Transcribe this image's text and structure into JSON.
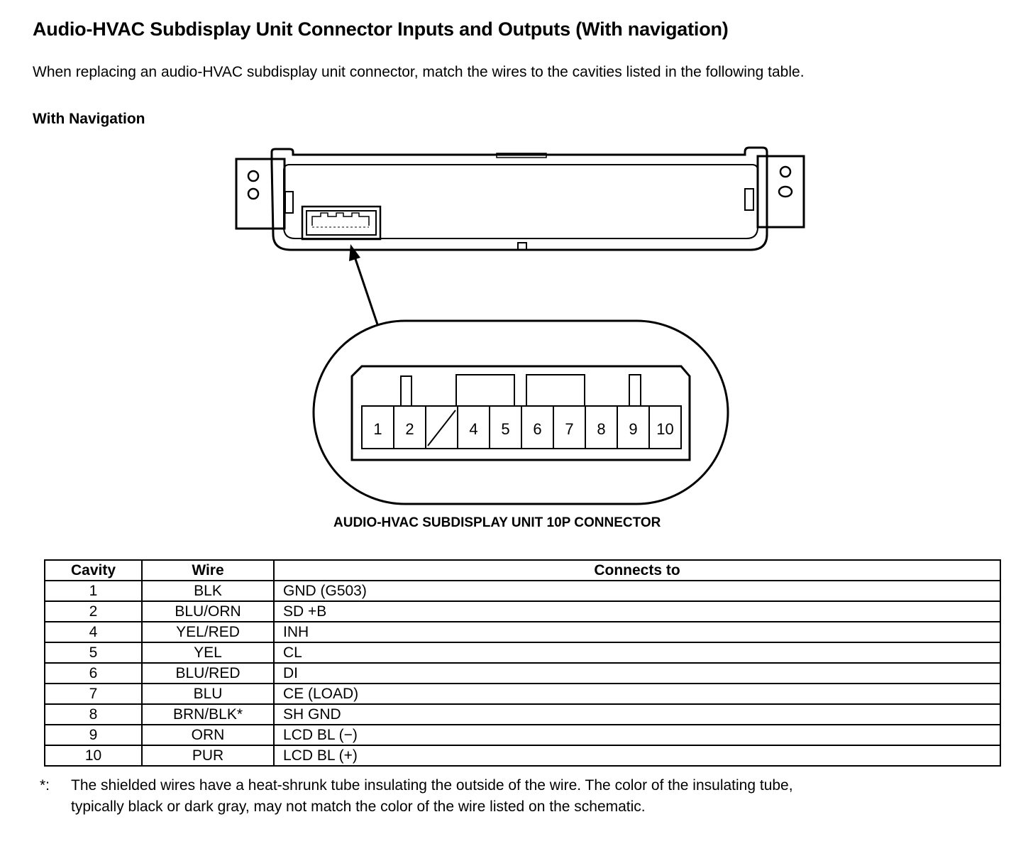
{
  "title": "Audio-HVAC Subdisplay Unit Connector Inputs and Outputs (With navigation)",
  "intro": "When replacing an audio-HVAC subdisplay unit connector, match the wires to the cavities listed in the following table.",
  "subhead": "With Navigation",
  "connector": {
    "caption": "AUDIO-HVAC SUBDISPLAY UNIT 10P CONNECTOR",
    "cavity_numbers": [
      "1",
      "2",
      "",
      "4",
      "5",
      "6",
      "7",
      "8",
      "9",
      "10"
    ]
  },
  "table": {
    "headers": {
      "cavity": "Cavity",
      "wire": "Wire",
      "connects": "Connects to"
    },
    "rows": [
      {
        "cavity": "1",
        "wire": "BLK",
        "connects": "GND (G503)"
      },
      {
        "cavity": "2",
        "wire": "BLU/ORN",
        "connects": "SD +B"
      },
      {
        "cavity": "4",
        "wire": "YEL/RED",
        "connects": "INH"
      },
      {
        "cavity": "5",
        "wire": "YEL",
        "connects": "CL"
      },
      {
        "cavity": "6",
        "wire": "BLU/RED",
        "connects": "DI"
      },
      {
        "cavity": "7",
        "wire": "BLU",
        "connects": "CE (LOAD)"
      },
      {
        "cavity": "8",
        "wire": "BRN/BLK*",
        "connects": "SH GND"
      },
      {
        "cavity": "9",
        "wire": "ORN",
        "connects": "LCD BL (−)"
      },
      {
        "cavity": "10",
        "wire": "PUR",
        "connects": "LCD BL (+)"
      }
    ]
  },
  "footnote": {
    "mark": "*:",
    "line1": "The shielded wires have a heat-shrunk tube insulating the outside of the wire. The color of the insulating tube,",
    "line2": "typically black or dark gray, may not match the color of the wire listed on the schematic."
  }
}
